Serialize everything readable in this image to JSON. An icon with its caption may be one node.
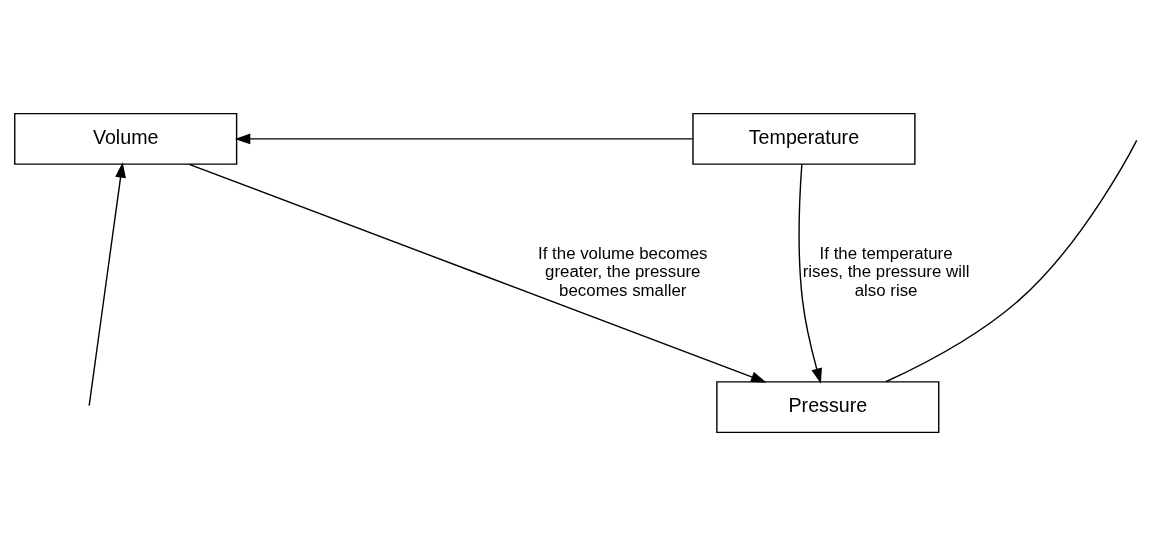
{
  "diagram": {
    "nodes": [
      {
        "text": [
          "Pressure"
        ]
      },
      {
        "text": [
          "Volume"
        ]
      },
      {
        "text": [
          "Temperature"
        ]
      }
    ],
    "edges": [
      {
        "from": null,
        "to": 0,
        "arrow": "none"
      },
      {
        "from": 1,
        "to": 0,
        "arrow": "to",
        "label": "If the volume becomes greater, the pressure becomes smaller"
      },
      {
        "from": 2,
        "to": 0,
        "arrow": "to",
        "label": "If the temperature rises, the pressure will also rise"
      },
      {
        "from": 2,
        "to": 1,
        "arrow": "to"
      },
      {
        "from": null,
        "to": 1,
        "arrow": "to"
      }
    ]
  }
}
